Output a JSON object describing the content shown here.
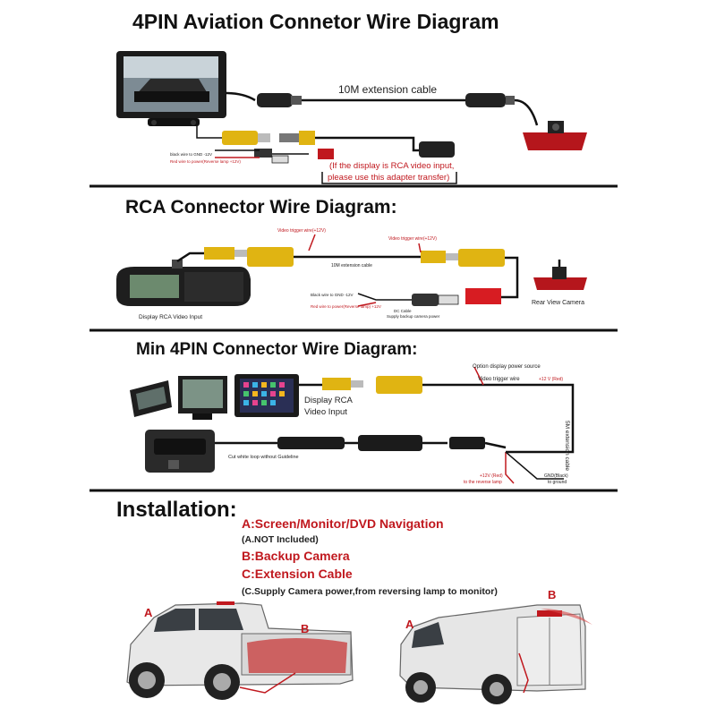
{
  "section1": {
    "title": "4PIN Aviation Connetor Wire Diagram",
    "extension_cable": "10M extension cable",
    "black_wire": "black wire to GND -12V",
    "red_wire": "Red wire to power(Reverse lamp +12V)",
    "note_line1": "(If the display is RCA video input,",
    "note_line2": "please use this adapter transfer)"
  },
  "section2": {
    "title": "RCA Connector Wire Diagram:",
    "trigger_left": "Video trigger wire(+12V)",
    "trigger_right": "Video trigger wire(+12V)",
    "extension": "10M extension cable",
    "display_label": "Display RCA Video Input",
    "camera_label": "Rear View Camera",
    "black_wire": "Black wire to GND -12V",
    "red_wire": "Red wire to power(Reverse lamp) +12V",
    "dc_cable": "DC Cable",
    "dc_cable_sub": "Supply backup camera power"
  },
  "section3": {
    "title": "Min 4PIN Connector Wire Diagram:",
    "display_label_1": "Display RCA",
    "display_label_2": "Video Input",
    "option_power": "Option display power source",
    "trigger": "Video trigger wire",
    "plus12": "+12 V (Red)",
    "extension": "5M extension cable",
    "guideline": "Cut white loop without Guideline",
    "plus12_red": "+12V (Red)",
    "reverse_lamp": "to the reverse lamp",
    "gnd": "GND(Black)",
    "ground": "to ground"
  },
  "installation": {
    "title": "Installation:",
    "a": "A:Screen/Monitor/DVD Navigation",
    "a_sub": "(A.NOT Included)",
    "b": "B:Backup Camera",
    "c": "C:Extension Cable",
    "c_sub": "(C.Supply Camera power,from reversing lamp to monitor)",
    "truck_a": "A",
    "truck_b": "B",
    "van_a": "A",
    "van_b": "B"
  }
}
